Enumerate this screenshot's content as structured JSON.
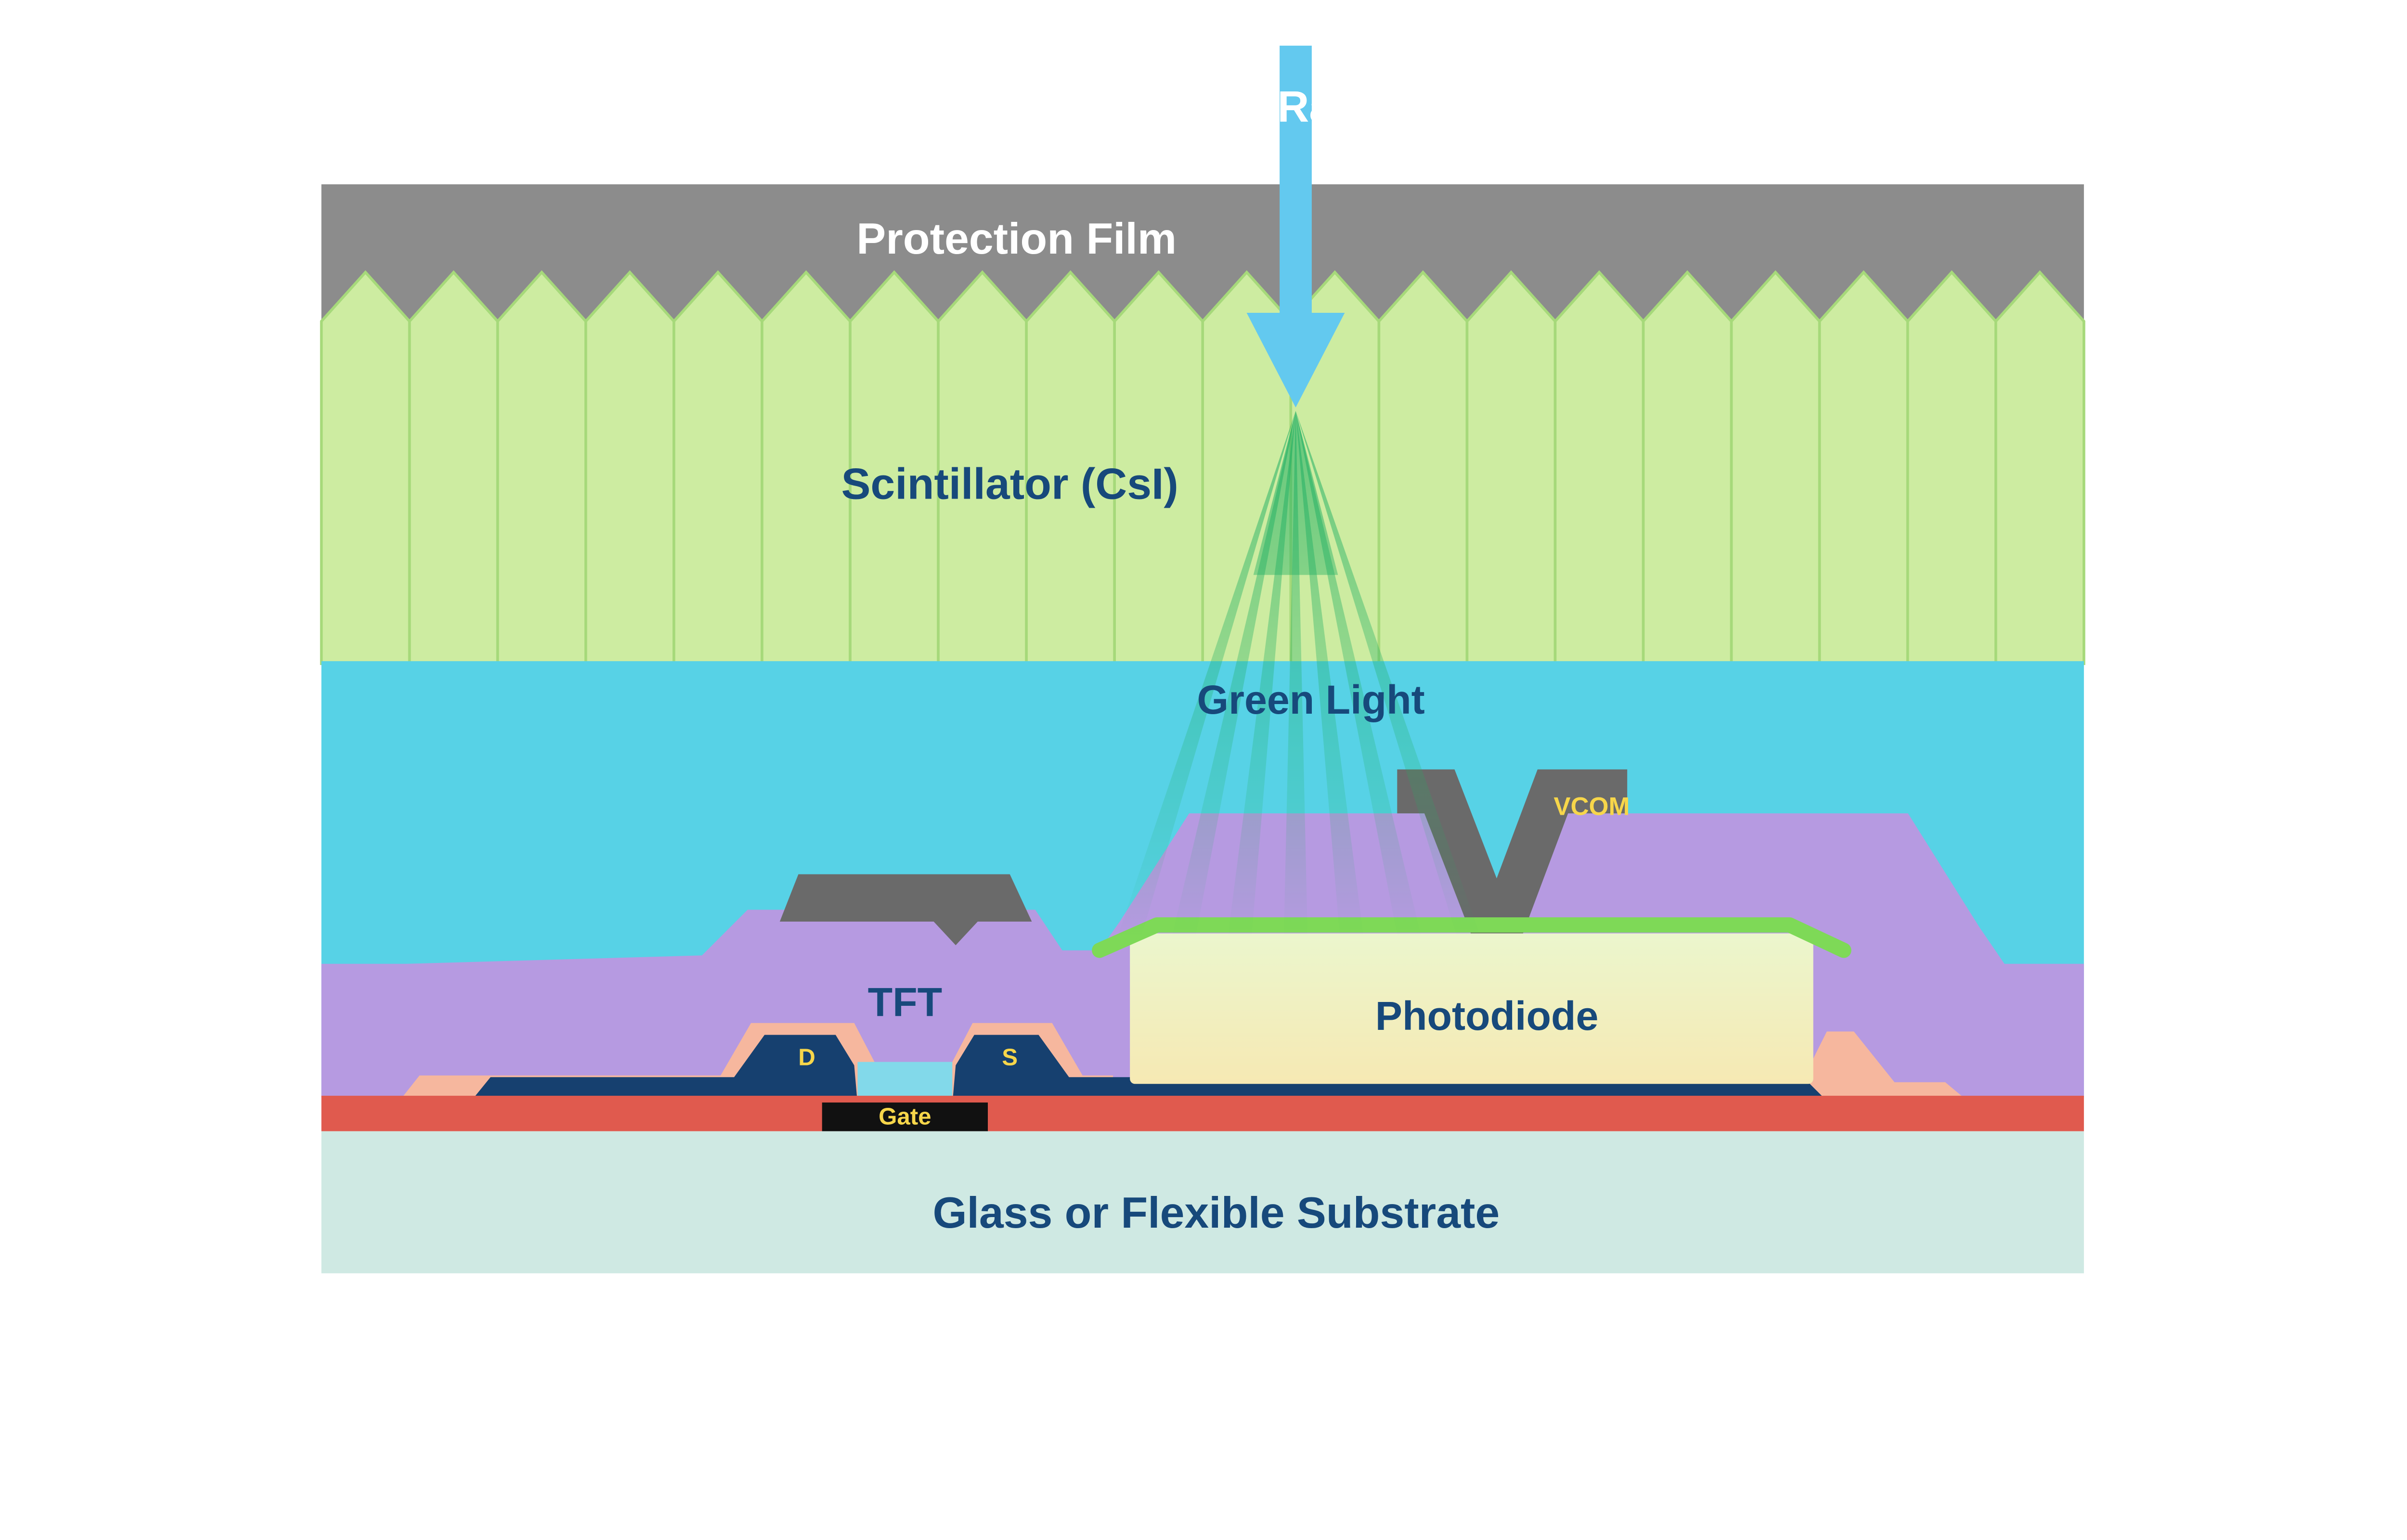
{
  "labels": {
    "xray": "X-Ray",
    "protection_film": "Protection Film",
    "scintillator": "Scintillator (CsI)",
    "green_light": "Green Light",
    "vcom": "VCOM",
    "photodiode": "Photodiode",
    "tft": "TFT",
    "drain": "D",
    "source": "S",
    "gate": "Gate",
    "substrate": "Glass or Flexible Substrate"
  },
  "colors": {
    "protection_film": "#8c8c8c",
    "scintillator": "#cdeca1",
    "scintillator_line": "#a6d97a",
    "light_band": "#57d2e6",
    "passivation_purple": "#b69ae1",
    "electrode_gray": "#6a6a6a",
    "photodiode_cap_green": "#7ed957",
    "salmon": "#f6b79e",
    "navy_metal": "#16406f",
    "channel_blue": "#82d9ea",
    "red_layer": "#e05a4e",
    "gate_black": "#111111",
    "substrate": "#cfe9e3",
    "text_navy": "#17497b",
    "text_yellow": "#f7d64a",
    "arrow_cyan": "#63c9ef",
    "ray_green": "#1faf63"
  },
  "scintillator_columns": 20
}
